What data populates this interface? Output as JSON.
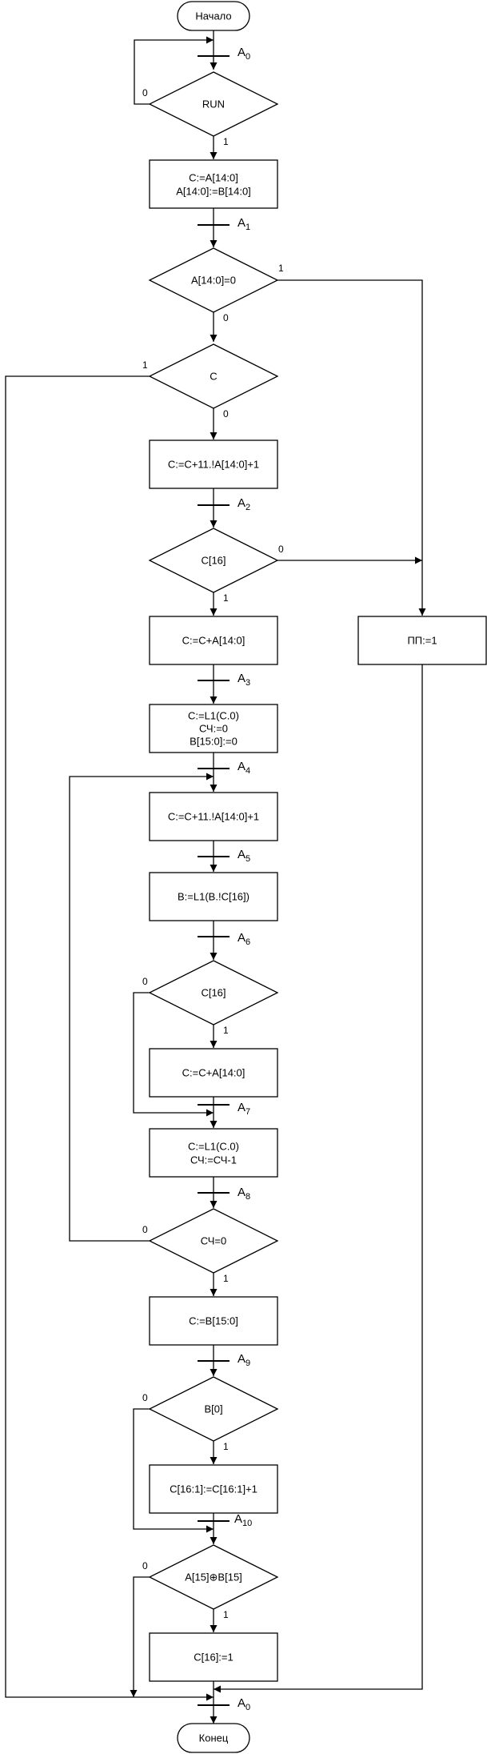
{
  "terminals": {
    "start": "Начало",
    "end": "Конец"
  },
  "blocks": {
    "b1": [
      "C:=A[14:0]",
      "A[14:0]:=B[14:0]"
    ],
    "b2": [
      "C:=C+11.!A[14:0]+1"
    ],
    "b3": [
      "C:=C+A[14:0]"
    ],
    "b4": [
      "C:=L1(C.0)",
      "СЧ:=0",
      "B[15:0]:=0"
    ],
    "b5": [
      "C:=C+11.!A[14:0]+1"
    ],
    "b6": [
      "B:=L1(B.!C[16])"
    ],
    "b7": [
      "C:=C+A[14:0]"
    ],
    "b8": [
      "C:=L1(C.0)",
      "СЧ:=СЧ-1"
    ],
    "b9": [
      "C:=B[15:0]"
    ],
    "b10": [
      "C[16:1]:=C[16:1]+1"
    ],
    "b11": [
      "C[16]:=1"
    ],
    "pp": [
      "ПП:=1"
    ]
  },
  "conditions": {
    "d1": "RUN",
    "d2": "A[14:0]=0",
    "d3": "C",
    "d4": "C[16]",
    "d5": "C[16]",
    "d6": "СЧ=0",
    "d7": "B[0]",
    "d8": "A[15]⊕B[15]"
  },
  "branch_labels": {
    "d1_false": "0",
    "d1_true": "1",
    "d2_true": "1",
    "d2_false": "0",
    "d3_true": "1",
    "d3_false": "0",
    "d4_false": "0",
    "d4_true": "1",
    "d5_false": "0",
    "d5_true": "1",
    "d6_false": "0",
    "d6_true": "1",
    "d7_false": "0",
    "d7_true": "1",
    "d8_false": "0",
    "d8_true": "1"
  },
  "states": [
    {
      "letter": "A",
      "index": "0"
    },
    {
      "letter": "A",
      "index": "1"
    },
    {
      "letter": "A",
      "index": "2"
    },
    {
      "letter": "A",
      "index": "3"
    },
    {
      "letter": "A",
      "index": "4"
    },
    {
      "letter": "A",
      "index": "5"
    },
    {
      "letter": "A",
      "index": "6"
    },
    {
      "letter": "A",
      "index": "7"
    },
    {
      "letter": "A",
      "index": "8"
    },
    {
      "letter": "A",
      "index": "9"
    },
    {
      "letter": "A",
      "index": "10"
    },
    {
      "letter": "A",
      "index": "0"
    }
  ]
}
